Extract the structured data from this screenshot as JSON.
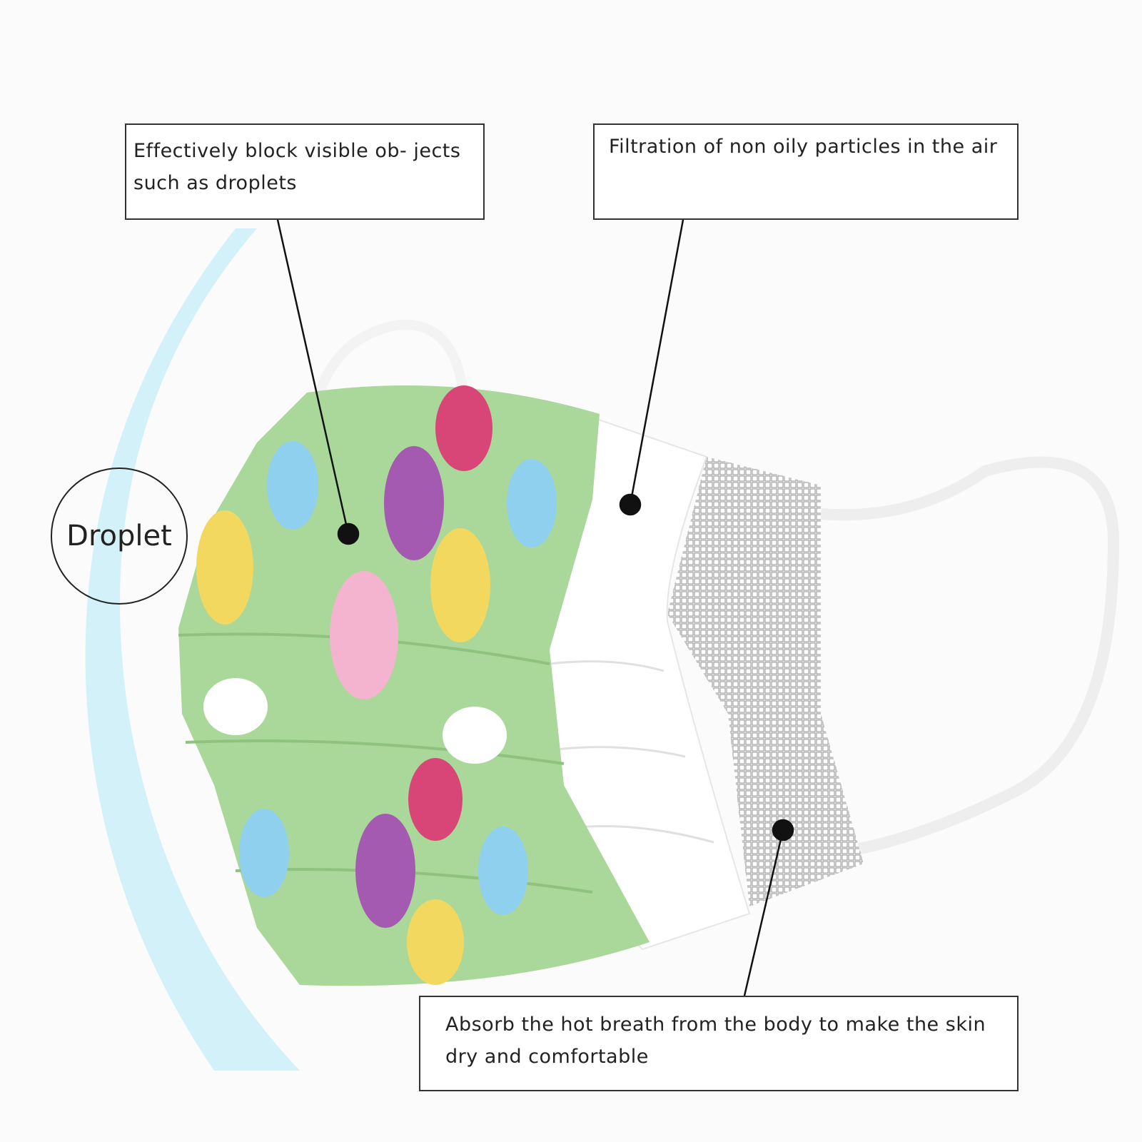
{
  "callouts": {
    "droplet_block": "Effectively block visible ob- jects such as droplets",
    "filtration": "Filtration of non oily particles in the air",
    "absorb": "Absorb the hot breath from the body to make the skin dry and comfortable"
  },
  "droplet_label": "Droplet",
  "colors": {
    "mask_green": "#a9d89a",
    "glow_blue": "#bfeaf5",
    "line": "#111111"
  }
}
